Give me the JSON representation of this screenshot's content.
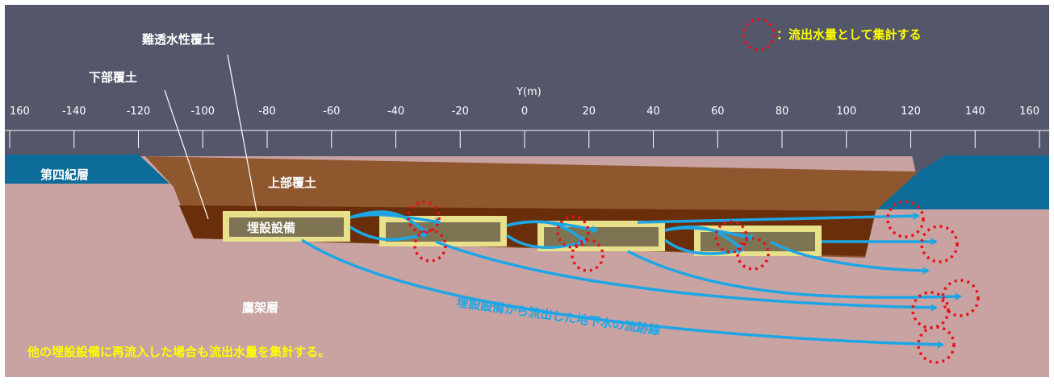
{
  "axis": {
    "label": "Y(m)",
    "ticks": [
      "160",
      "-140",
      "-120",
      "-100",
      "-80",
      "-60",
      "-40",
      "-20",
      "0",
      "20",
      "40",
      "60",
      "80",
      "100",
      "120",
      "140",
      "160"
    ]
  },
  "labels": {
    "low_perm_cover": "難透水性覆土",
    "lower_cover": "下部覆土",
    "upper_cover": "上部覆土",
    "quaternary": "第四紀層",
    "buried_facility": "埋設設備",
    "takaga_layer": "鷹架層",
    "streamline_note": "埋設設備から流出した地下水の流跡線",
    "legend_text": "：流出水量として集計する",
    "reinflow_note": "他の埋設設備に再流入した場合も流出水量を集計する。"
  },
  "colors": {
    "sky": "#54566a",
    "quaternary": "#0d6c99",
    "bedrock": "#c9a2a2",
    "upper_cover": "#8f572e",
    "lower_cover": "#6a2f0a",
    "facility_fill": "#7e7454",
    "facility_border": "#e8e08a",
    "streamline": "#1da6e6",
    "marker": "#e8101a",
    "note": "#ffff00"
  }
}
